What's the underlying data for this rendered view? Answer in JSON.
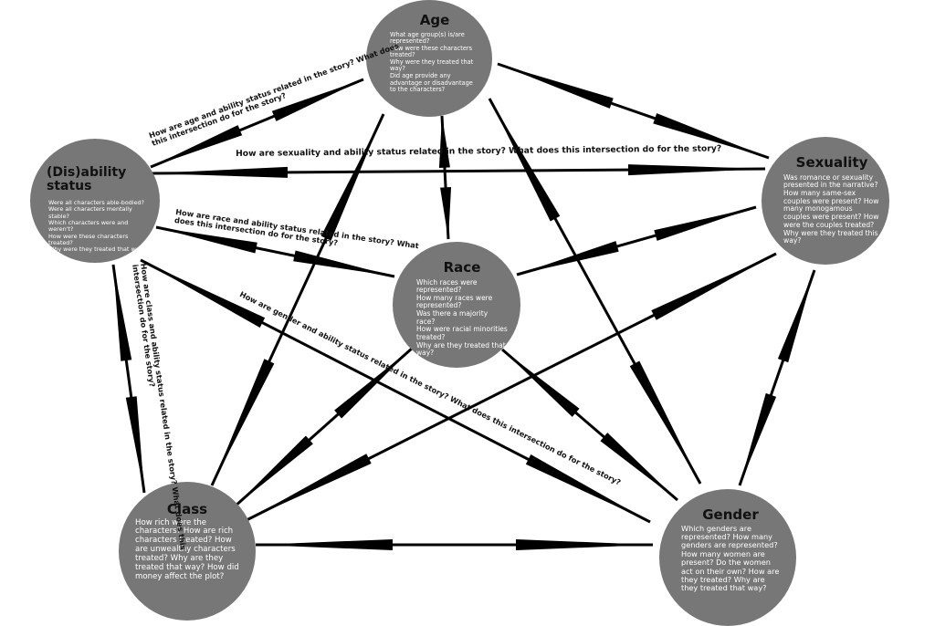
{
  "nodes": {
    "age": {
      "title": "Age",
      "questions": "What age group(s) is/are represented?\nHow were these characters treated?\nWhy were they treated that way?\nDid age provide any advantage or disadvantage to the characters?"
    },
    "disability": {
      "title": "(Dis)ability status",
      "questions": "Were all characters able-bodied?\nWere all characters mentally stable?\nWhich characters were and weren't?\nHow were these characters treated?\nWhy were they treated that way?"
    },
    "sexuality": {
      "title": "Sexuality",
      "questions": "Was romance or sexuality presented in the narrative?\nHow many same-sex couples were present?\nHow many monogamous couples were present?\nHow were the couples treated? Why were they treated this way?"
    },
    "race": {
      "title": "Race",
      "questions": "Which races were represented?\nHow many races were represented?\nWas there a majority race?\nHow were racial minorities treated?\nWhy are they treated that way?"
    },
    "class": {
      "title": "Class",
      "questions": "How rich were the characters? How are rich characters treated? How are unwealthy characters treated? Why are they treated that way? How did money affect the plot?"
    },
    "gender": {
      "title": "Gender",
      "questions": "Which genders are represented? How many genders are represented? How many women are present? Do the women act on their own? How are they treated? Why are they treated that way?"
    }
  },
  "edge_labels": {
    "age_disability": [
      "How are age and ability status related in the story? What does",
      "this intersection do for the story?"
    ],
    "sexuality_disability": [
      "How are sexuality and ability status related in the story? What does this intersection do for the story?"
    ],
    "race_disability": [
      "How are race and ability status related in the story? What",
      "does this intersection do for the story?"
    ],
    "class_disability": [
      "How are class and ability status related in the story? What does this",
      "intersection do for the story?"
    ],
    "gender_disability": [
      "How are gender and ability status related in the story? What does this intersection do for the story?"
    ]
  }
}
